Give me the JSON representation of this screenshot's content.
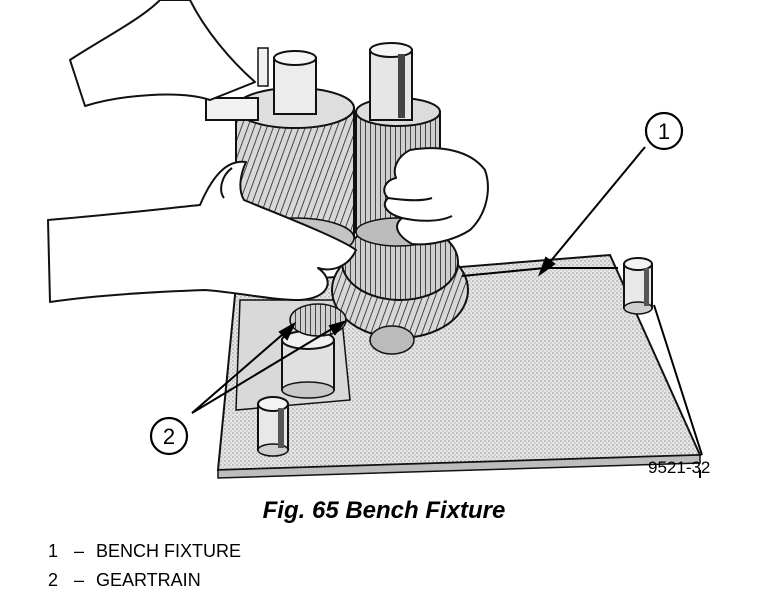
{
  "figure": {
    "callouts": [
      {
        "number": "1",
        "part": "bench-fixture"
      },
      {
        "number": "2",
        "part": "geartrain"
      }
    ],
    "figure_id": "9521-32"
  },
  "caption": "Fig. 65 Bench Fixture",
  "legend": [
    {
      "number": "1",
      "separator": "–",
      "label": "BENCH FIXTURE"
    },
    {
      "number": "2",
      "separator": "–",
      "label": "GEARTRAIN"
    }
  ]
}
